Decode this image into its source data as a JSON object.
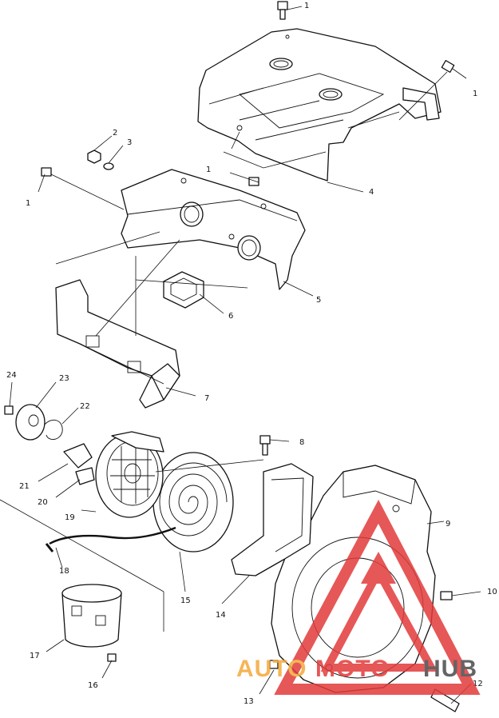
{
  "callouts": [
    "1",
    "1",
    "1",
    "1",
    "2",
    "3",
    "4",
    "5",
    "6",
    "7",
    "8",
    "9",
    "10",
    "12",
    "13",
    "14",
    "15",
    "16",
    "17",
    "18",
    "19",
    "20",
    "21",
    "22",
    "23",
    "24"
  ],
  "watermark": {
    "text_auto": "AUTO",
    "text_moto": "MOTO",
    "text_hub": "HUB",
    "colors": {
      "orange": "#f4a93a",
      "red": "#e23a3a",
      "dark": "#4a4a4a"
    }
  }
}
